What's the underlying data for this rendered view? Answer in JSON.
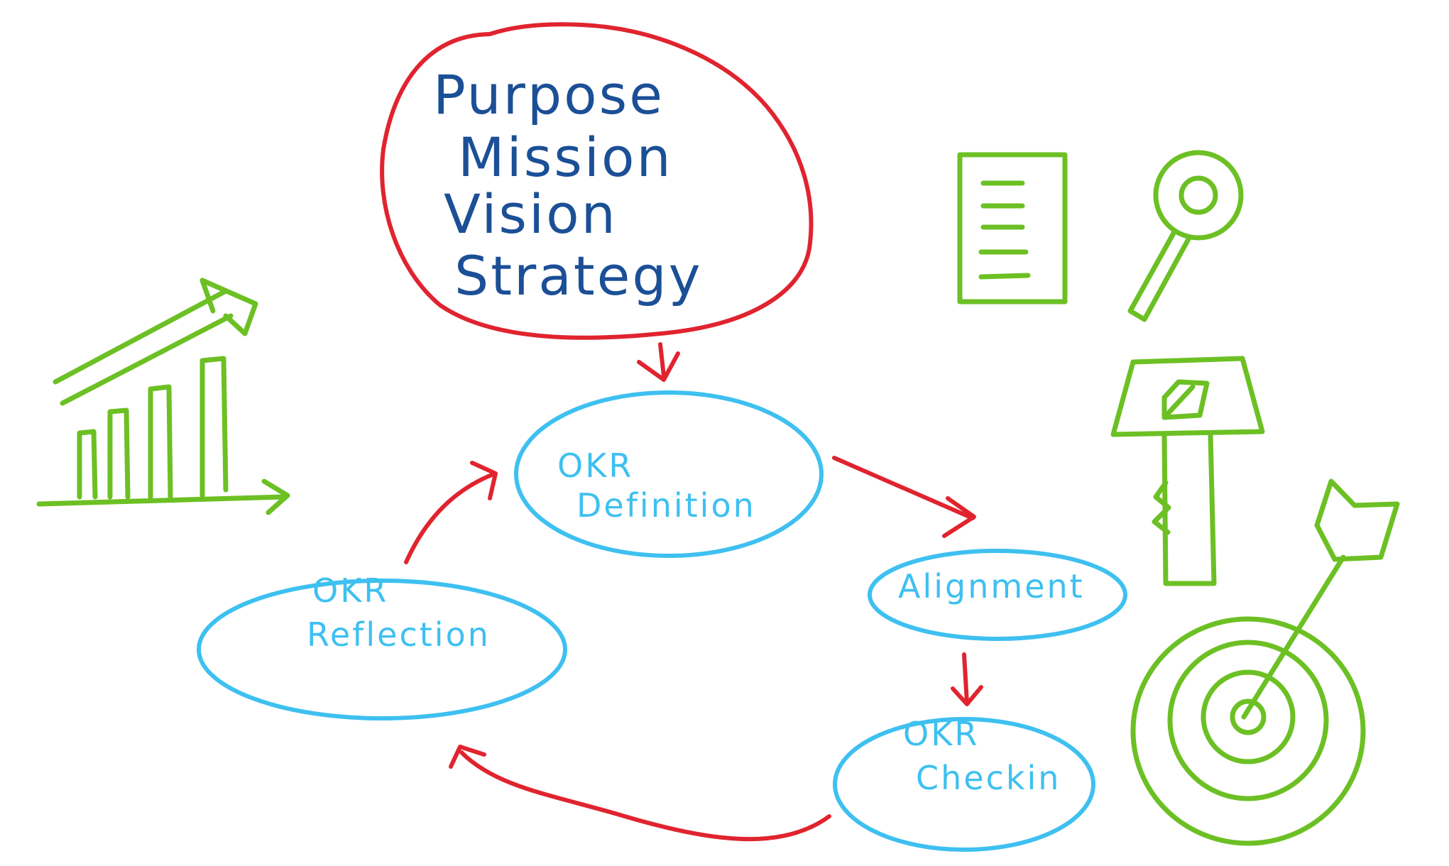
{
  "purpose_block": {
    "lines": [
      "Purpose",
      "Mission",
      "Vision",
      "Strategy"
    ]
  },
  "cycle": {
    "definition": {
      "line1": "OKR",
      "line2": "Definition"
    },
    "alignment": {
      "line1": "Alignment"
    },
    "checkin": {
      "line1": "OKR",
      "line2": "Checkin"
    },
    "reflection": {
      "line1": "OKR",
      "line2": "Reflection"
    }
  },
  "colors": {
    "frame_red": "#e0242f",
    "text_blue": "#1b4f96",
    "ellipse_cyan": "#3ec0f0",
    "icon_green": "#6cc024"
  },
  "icons": [
    "growth-chart-icon",
    "document-icon",
    "magnifier-icon",
    "pushpin-icon",
    "target-dart-icon"
  ]
}
